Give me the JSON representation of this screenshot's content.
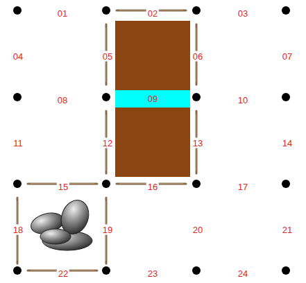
{
  "diagram": {
    "nodes": [
      {
        "text": [
          "09"
        ]
      }
    ],
    "labels": [
      "01",
      "02",
      "03",
      "04",
      "05",
      "06",
      "07",
      "08",
      "10",
      "11",
      "12",
      "13",
      "14",
      "15",
      "16",
      "17",
      "18",
      "19",
      "20",
      "21",
      "22",
      "23",
      "24"
    ]
  }
}
